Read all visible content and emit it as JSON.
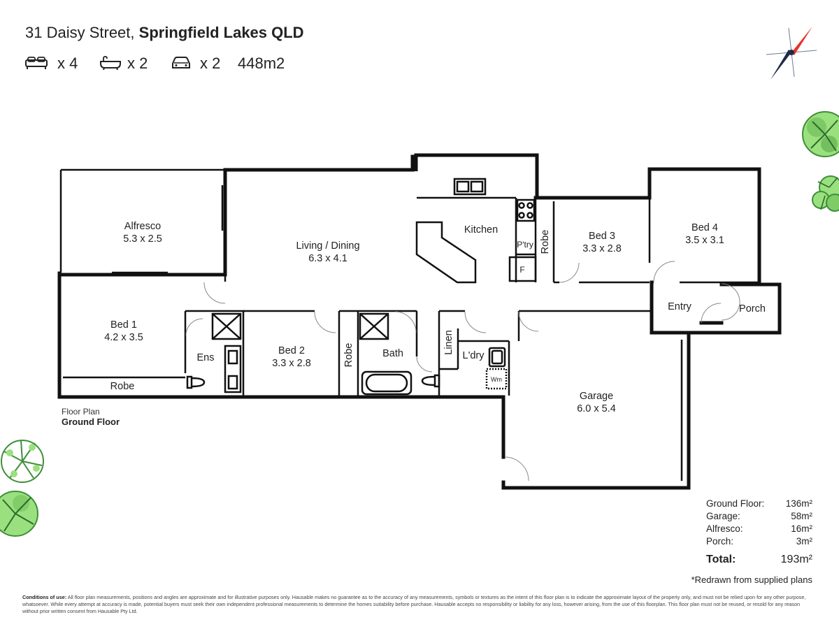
{
  "header": {
    "street": "31 Daisy Street,",
    "suburb": "Springfield Lakes QLD",
    "bed_count": "x 4",
    "bath_count": "x 2",
    "car_count": "x 2",
    "land_area": "448m2"
  },
  "rooms": {
    "alfresco": {
      "name": "Alfresco",
      "dims": "5.3 x 2.5"
    },
    "living": {
      "name": "Living / Dining",
      "dims": "6.3 x 4.1"
    },
    "kitchen": {
      "name": "Kitchen"
    },
    "pantry": {
      "name": "P'try"
    },
    "fridge": {
      "name": "F"
    },
    "robe3": {
      "name": "Robe"
    },
    "bed3": {
      "name": "Bed 3",
      "dims": "3.3 x 2.8"
    },
    "bed4": {
      "name": "Bed 4",
      "dims": "3.5 x 3.1"
    },
    "bed1": {
      "name": "Bed 1",
      "dims": "4.2 x 3.5"
    },
    "robe1": {
      "name": "Robe"
    },
    "ens": {
      "name": "Ens"
    },
    "bed2": {
      "name": "Bed 2",
      "dims": "3.3 x 2.8"
    },
    "robe2": {
      "name": "Robe"
    },
    "bath": {
      "name": "Bath"
    },
    "linen": {
      "name": "Linen"
    },
    "laundry": {
      "name": "L'dry"
    },
    "wm": {
      "name": "Wm"
    },
    "entry": {
      "name": "Entry"
    },
    "porch": {
      "name": "Porch"
    },
    "garage": {
      "name": "Garage",
      "dims": "6.0 x 5.4"
    }
  },
  "floor": {
    "label": "Floor Plan",
    "name": "Ground Floor"
  },
  "areas": [
    {
      "label": "Ground Floor:",
      "value": "136m²"
    },
    {
      "label": "Garage:",
      "value": "58m²"
    },
    {
      "label": "Alfresco:",
      "value": "16m²"
    },
    {
      "label": "Porch:",
      "value": "3m²"
    }
  ],
  "total": {
    "label": "Total:",
    "value": "193m²"
  },
  "note": "*Redrawn from supplied plans",
  "conditions": {
    "heading": "Conditions of use:",
    "text": "All floor plan measurements, positions and angles are approximate and for illustrative purposes only. Hausable makes no guarantee as to the accuracy of any measurements, symbols or textures as the intent of this floor plan is to indicate the approximate layout of the property only, and must not be relied upon for any other purpose, whatsoever. While every attempt at accuracy is made, potential buyers must seek their own independent professional measurements to determine the homes suitability before purchase. Hausable accepts no responsibility or liability for any loss, however arising, from the use of this floorplan. This floor plan must not be reused, or resold for any reason without prior written consent from Hausable Pty Ltd."
  },
  "colors": {
    "wall": "#111111",
    "tree_light": "#9be07f",
    "tree_dark": "#3f8f3a",
    "compass_red": "#e8332e",
    "compass_navy": "#1f2a44"
  }
}
